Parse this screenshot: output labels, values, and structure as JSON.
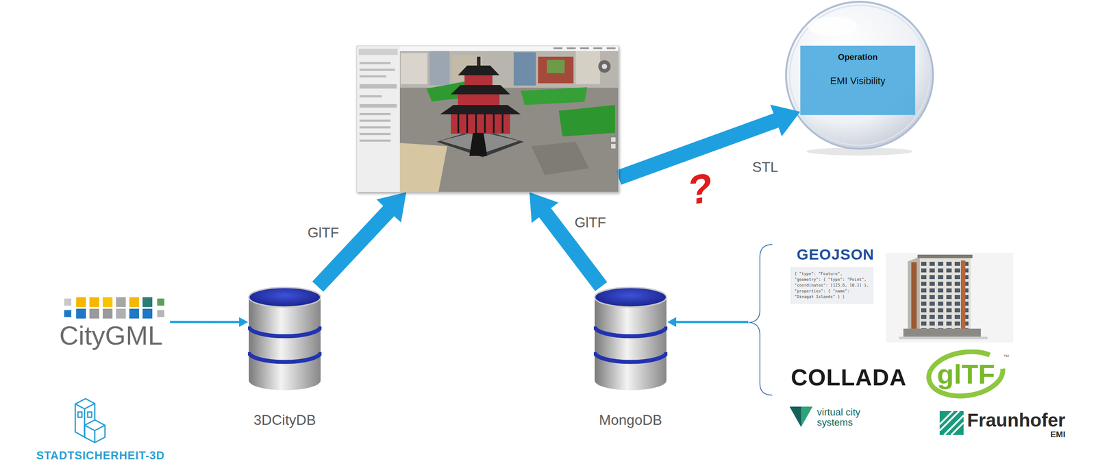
{
  "diagram": {
    "nodes": [
      {},
      {
        "text": [
          "Operation",
          "EMI Visibility"
        ]
      },
      {
        "text": [
          "CityGML"
        ]
      },
      {
        "text": [
          "3DCityDB"
        ]
      },
      {
        "text": [
          "MongoDB"
        ]
      },
      {},
      {
        "text": [
          "GEOJSON"
        ],
        "in": 5
      },
      {
        "text": [
          "COLLADA"
        ],
        "in": 5
      },
      {
        "text": [
          "glTF"
        ],
        "in": 5
      },
      {
        "text": [
          "virtual city systems"
        ],
        "in": 5
      },
      {
        "text": [
          "Fraunhofer",
          "EMI"
        ],
        "in": 5
      }
    ],
    "edges": [
      {
        "from": 2,
        "to": 3,
        "arrow": "to"
      },
      {
        "from": 3,
        "to": 0,
        "label": "GlTF",
        "arrow": "to"
      },
      {
        "from": 4,
        "to": 0,
        "label": "GlTF",
        "arrow": "to"
      },
      {
        "from": 0,
        "to": 1,
        "label": "STL",
        "arrow": "to"
      },
      {
        "from": 5,
        "to": 4,
        "arrow": "to"
      }
    ],
    "labels": [
      "?",
      "STADTSICHERHEIT-3D",
      "{ \"type\": \"Feature\", \"geometry\": { \"type\": \"Point\", \"coordinates\": [125.6, 10.1] }, \"properties\": { \"name\": \"Dinagat Islands\" } }",
      "™"
    ]
  }
}
